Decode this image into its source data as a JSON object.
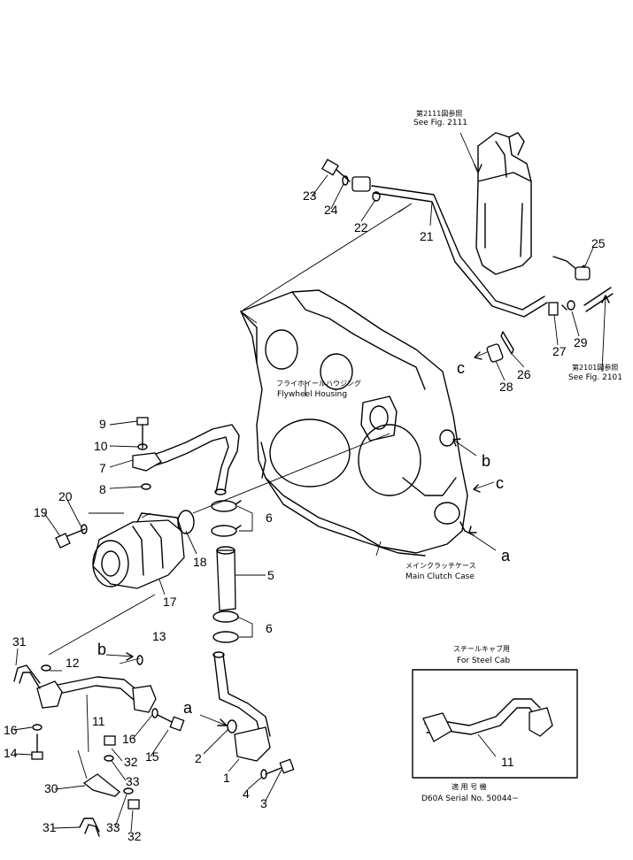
{
  "parts": [
    {
      "id": "p1",
      "text": "1"
    },
    {
      "id": "p2",
      "text": "2"
    },
    {
      "id": "p3",
      "text": "3"
    },
    {
      "id": "p4",
      "text": "4"
    },
    {
      "id": "p5",
      "text": "5"
    },
    {
      "id": "p6a",
      "text": "6"
    },
    {
      "id": "p6b",
      "text": "6"
    },
    {
      "id": "p7",
      "text": "7"
    },
    {
      "id": "p8",
      "text": "8"
    },
    {
      "id": "p9",
      "text": "9"
    },
    {
      "id": "p10",
      "text": "10"
    },
    {
      "id": "p11",
      "text": "11"
    },
    {
      "id": "p12",
      "text": "12"
    },
    {
      "id": "p13",
      "text": "13"
    },
    {
      "id": "p14",
      "text": "14"
    },
    {
      "id": "p15",
      "text": "15"
    },
    {
      "id": "p16a",
      "text": "16"
    },
    {
      "id": "p16b",
      "text": "16"
    },
    {
      "id": "p17",
      "text": "17"
    },
    {
      "id": "p18",
      "text": "18"
    },
    {
      "id": "p19",
      "text": "19"
    },
    {
      "id": "p20",
      "text": "20"
    },
    {
      "id": "p21",
      "text": "21"
    },
    {
      "id": "p22",
      "text": "22"
    },
    {
      "id": "p23",
      "text": "23"
    },
    {
      "id": "p24",
      "text": "24"
    },
    {
      "id": "p25",
      "text": "25"
    },
    {
      "id": "p26",
      "text": "26"
    },
    {
      "id": "p27",
      "text": "27"
    },
    {
      "id": "p28",
      "text": "28"
    },
    {
      "id": "p29",
      "text": "29"
    },
    {
      "id": "p30",
      "text": "30"
    },
    {
      "id": "p31a",
      "text": "31"
    },
    {
      "id": "p31b",
      "text": "31"
    },
    {
      "id": "p32a",
      "text": "32"
    },
    {
      "id": "p32b",
      "text": "32"
    },
    {
      "id": "p33a",
      "text": "33"
    },
    {
      "id": "p33b",
      "text": "33"
    },
    {
      "id": "pinset11",
      "text": "11"
    }
  ],
  "letters": {
    "a_main": "a",
    "b_main": "b",
    "c_main": "c",
    "c_tank": "c",
    "b_pipe": "b",
    "a_tube": "a"
  },
  "labels": {
    "fig2111_jp": "第2111図参照",
    "fig2111_en": "See Fig. 2111",
    "fig2101_jp": "第2101図参照",
    "fig2101_en": "See Fig. 2101",
    "flywheel_jp": "フライホイールハウジング",
    "flywheel_en": "Flywheel Housing",
    "clutch_jp": "メインクラッチケース",
    "clutch_en": "Main Clutch Case"
  },
  "inset": {
    "title_jp": "スチールキャブ用",
    "title_en": "For Steel Cab",
    "serial_jp": "適 用 号 機",
    "serial_en": "D60A Serial No. 50044~"
  }
}
